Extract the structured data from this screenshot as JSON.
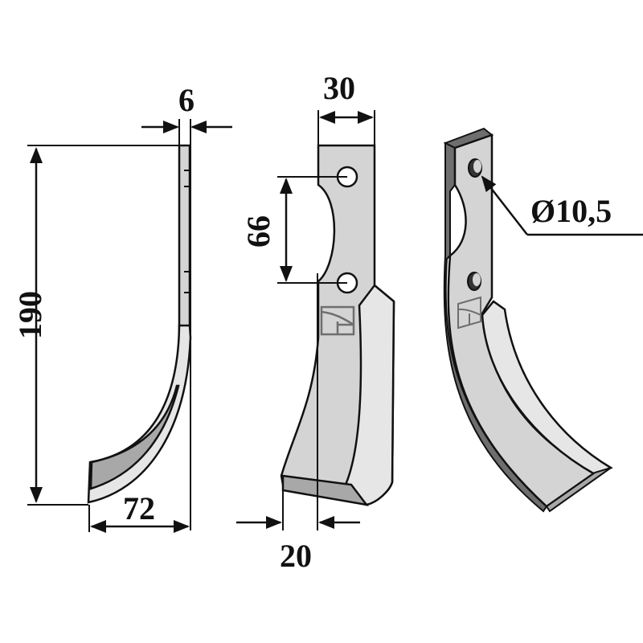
{
  "diagram": {
    "subject": "Rotary tiller blade (tine) technical drawing",
    "views": [
      {
        "id": "side-view",
        "description": "Side profile of blade"
      },
      {
        "id": "front-view",
        "description": "Front view with mounting holes"
      },
      {
        "id": "perspective-view",
        "description": "3D perspective view"
      }
    ],
    "dimensions": {
      "thickness": "6",
      "height": "190",
      "width_bottom": "72",
      "shank_width": "30",
      "hole_spacing": "66",
      "tip_offset": "20",
      "hole_diameter": "Ø10,5"
    },
    "colors": {
      "line": "#111111",
      "face_light": "#d4d4d4",
      "face_lighter": "#e6e6e6",
      "face_dark": "#a8a8a8",
      "edge_dark": "#6e6e6e",
      "background": "#ffffff"
    }
  }
}
